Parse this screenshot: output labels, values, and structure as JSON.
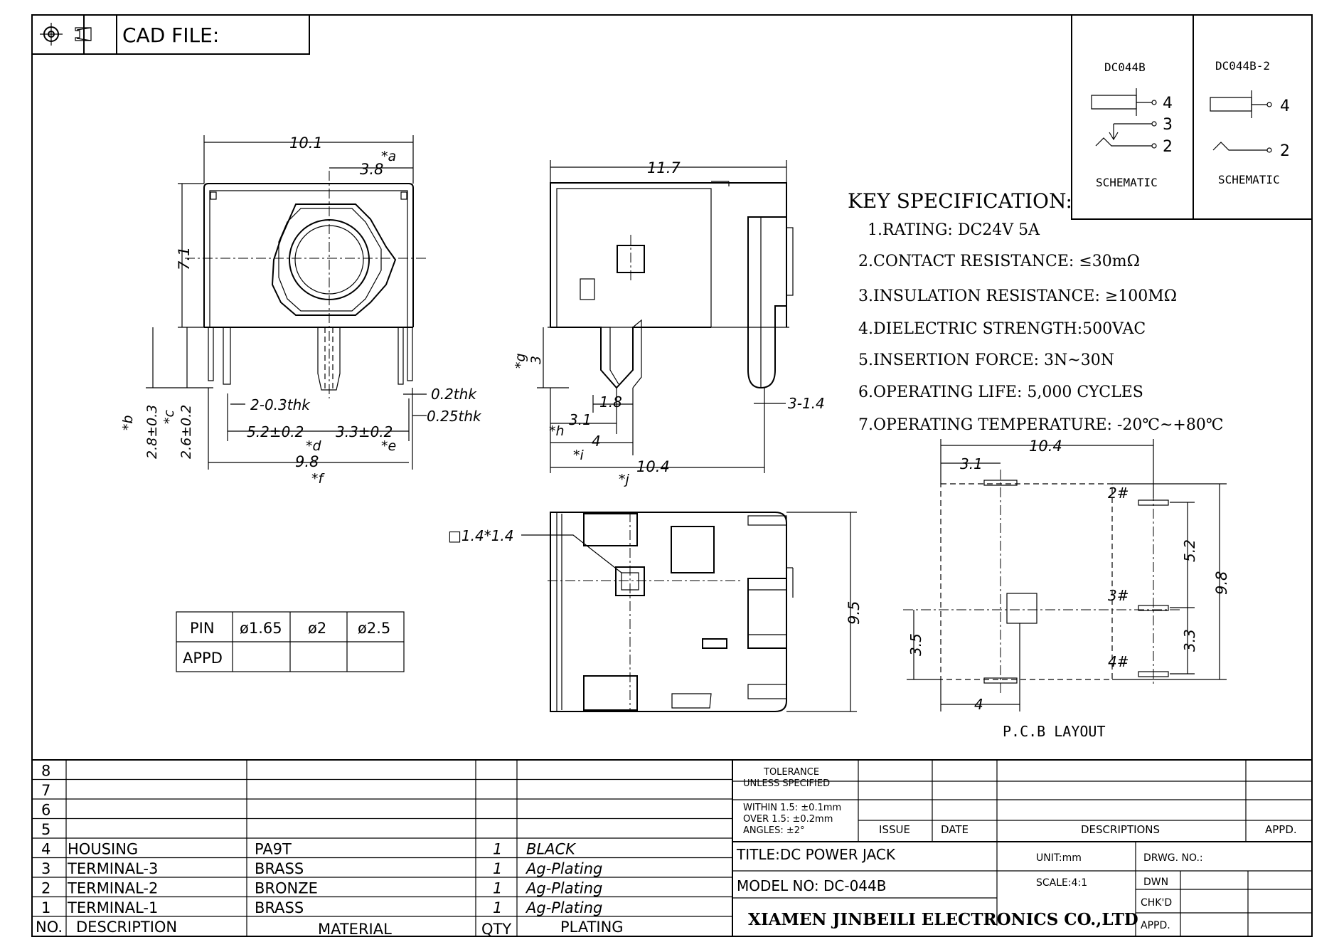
{
  "header": {
    "cad_label": "CAD FILE:",
    "projection_symbol": "first-angle-projection-icon"
  },
  "schematics": [
    {
      "model": "DC044B",
      "pins": [
        "4",
        "3",
        "2"
      ],
      "label": "SCHEMATIC"
    },
    {
      "model": "DC044B-2",
      "pins": [
        "4",
        "2"
      ],
      "label": "SCHEMATIC"
    }
  ],
  "key_spec": {
    "title": "KEY SPECIFICATION:",
    "items": [
      "1.RATING: DC24V 5A",
      "2.CONTACT RESISTANCE: ≤30mΩ",
      "3.INSULATION RESISTANCE: ≥100MΩ",
      "4.DIELECTRIC STRENGTH:500VAC",
      "5.INSERTION FORCE: 3N~30N",
      "6.OPERATING LIFE: 5,000 CYCLES",
      "7.OPERATING TEMPERATURE: -20℃~+80℃"
    ]
  },
  "front_view": {
    "dims": [
      "10.1",
      "*a",
      "3.8",
      "7.1",
      "*b",
      "2.8±0.3",
      "*c",
      "2.6±0.2",
      "2-0.3thk",
      "0.2thk",
      "0.25thk",
      "5.2±0.2",
      "3.3±0.2",
      "*d",
      "*e",
      "9.8",
      "*f"
    ]
  },
  "side_view": {
    "dims": [
      "11.7",
      "*g",
      "3",
      "1.8",
      "3.1",
      "*h",
      "4",
      "*i",
      "10.4",
      "*j",
      "3-1.4"
    ]
  },
  "bottom_view": {
    "dims": [
      "□1.4*1.4",
      "9.5"
    ]
  },
  "pcb_layout": {
    "dims": [
      "10.4",
      "3.1",
      "2#",
      "3#",
      "4#",
      "5.2",
      "9.8",
      "3.3",
      "3.5",
      "4"
    ],
    "label": "P.C.B LAYOUT"
  },
  "pin_table": {
    "headers": [
      "PIN",
      "ø1.65",
      "ø2",
      "ø2.5"
    ],
    "row_label": "APPD"
  },
  "bom": {
    "rows": [
      {
        "no": "8",
        "desc": "",
        "material": "",
        "qty": "",
        "plating": ""
      },
      {
        "no": "7",
        "desc": "",
        "material": "",
        "qty": "",
        "plating": ""
      },
      {
        "no": "6",
        "desc": "",
        "material": "",
        "qty": "",
        "plating": ""
      },
      {
        "no": "5",
        "desc": "",
        "material": "",
        "qty": "",
        "plating": ""
      },
      {
        "no": "4",
        "desc": "HOUSING",
        "material": "PA9T",
        "qty": "1",
        "plating": "BLACK"
      },
      {
        "no": "3",
        "desc": "TERMINAL-3",
        "material": "BRASS",
        "qty": "1",
        "plating": "Ag-Plating"
      },
      {
        "no": "2",
        "desc": "TERMINAL-2",
        "material": "BRONZE",
        "qty": "1",
        "plating": "Ag-Plating"
      },
      {
        "no": "1",
        "desc": "TERMINAL-1",
        "material": "BRASS",
        "qty": "1",
        "plating": "Ag-Plating"
      }
    ],
    "header": {
      "no": "NO.",
      "desc": "DESCRIPTION",
      "material": "MATERIAL",
      "qty": "QTY",
      "plating": "PLATING"
    }
  },
  "title_block": {
    "tolerance": [
      "TOLERANCE",
      "UNLESS SPECIFIED"
    ],
    "tolerance_values": [
      "WITHIN 1.5: ±0.1mm",
      "OVER 1.5:  ±0.2mm",
      "ANGLES: ±2°"
    ],
    "issue": "ISSUE",
    "date": "DATE",
    "descriptions": "DESCRIPTIONS",
    "appd": "APPD.",
    "title": "TITLE:DC POWER JACK",
    "unit": "UNIT:mm",
    "drwg_no": "DRWG. NO.:",
    "model": "MODEL NO: DC-044B",
    "scale": "SCALE:4:1",
    "dwn": "DWN",
    "chkd": "CHK'D",
    "appd2": "APPD.",
    "company": "XIAMEN JINBEILI ELECTRONICS CO.,LTD"
  }
}
